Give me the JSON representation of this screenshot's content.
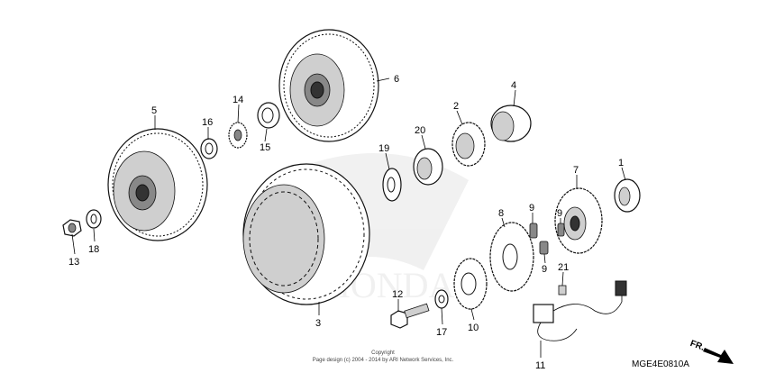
{
  "diagram_code": "MGE4E0810A",
  "copyright_line1": "Copyright",
  "copyright_line2": "Page design (c) 2004 - 2014 by ARI Network Services, Inc.",
  "direction_label": "FR.",
  "callouts": {
    "c1": "1",
    "c2": "2",
    "c3": "3",
    "c4": "4",
    "c5": "5",
    "c6": "6",
    "c7": "7",
    "c8": "8",
    "c9a": "9",
    "c9b": "9",
    "c9c": "9",
    "c10": "10",
    "c11": "11",
    "c12": "12",
    "c13": "13",
    "c14": "14",
    "c15": "15",
    "c16": "16",
    "c17": "17",
    "c18": "18",
    "c19": "19",
    "c20": "20",
    "c21": "21"
  }
}
